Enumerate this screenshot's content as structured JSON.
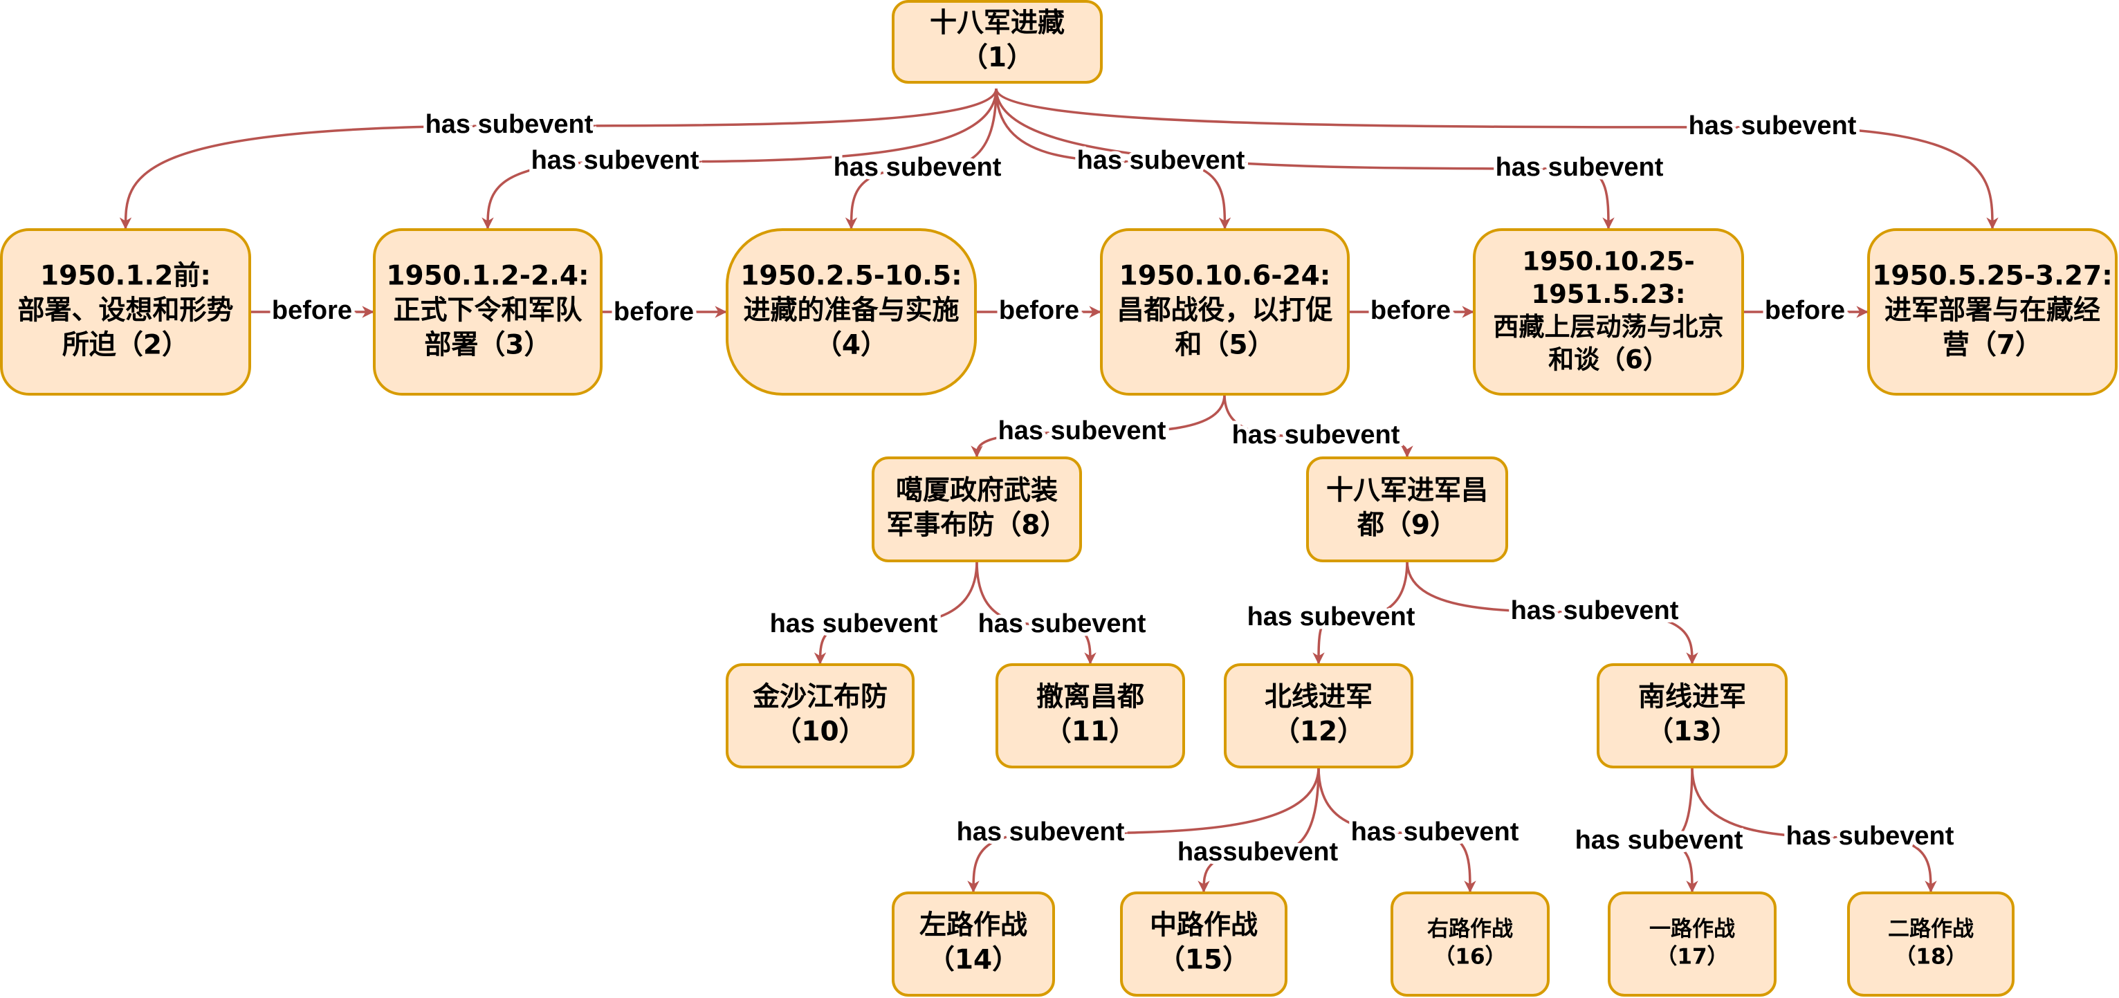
{
  "colors": {
    "node_fill": "#ffe6cc",
    "node_stroke": "#d79b00",
    "edge": "#b85450"
  },
  "nodes": [
    {
      "id": 1,
      "lines": [
        "十八军进藏",
        "（1）"
      ]
    },
    {
      "id": 2,
      "lines": [
        "1950.1.2前:",
        "部署、设想和形势",
        "所迫（2）"
      ]
    },
    {
      "id": 3,
      "lines": [
        "1950.1.2-2.4:",
        "正式下令和军队",
        "部署（3）"
      ]
    },
    {
      "id": 4,
      "lines": [
        "1950.2.5-10.5:",
        "进藏的准备与实施",
        "（4）"
      ]
    },
    {
      "id": 5,
      "lines": [
        "1950.10.6-24:",
        "昌都战役，以打促",
        "和（5）"
      ]
    },
    {
      "id": 6,
      "lines": [
        "1950.10.25-",
        "1951.5.23:",
        "西藏上层动荡与北京",
        "和谈（6）"
      ]
    },
    {
      "id": 7,
      "lines": [
        "1950.5.25-3.27:",
        "进军部署与在藏经",
        "营（7）"
      ]
    },
    {
      "id": 8,
      "lines": [
        "噶厦政府武装",
        "军事布防（8）"
      ]
    },
    {
      "id": 9,
      "lines": [
        "十八军进军昌",
        "都（9）"
      ]
    },
    {
      "id": 10,
      "lines": [
        "金沙江布防",
        "（10）"
      ]
    },
    {
      "id": 11,
      "lines": [
        "撤离昌都",
        "（11）"
      ]
    },
    {
      "id": 12,
      "lines": [
        "北线进军",
        "（12）"
      ]
    },
    {
      "id": 13,
      "lines": [
        "南线进军",
        "（13）"
      ]
    },
    {
      "id": 14,
      "lines": [
        "左路作战",
        "（14）"
      ]
    },
    {
      "id": 15,
      "lines": [
        "中路作战",
        "（15）"
      ]
    },
    {
      "id": 16,
      "lines": [
        "右路作战",
        "（16）"
      ]
    },
    {
      "id": 17,
      "lines": [
        "一路作战",
        "（17）"
      ]
    },
    {
      "id": 18,
      "lines": [
        "二路作战",
        "（18）"
      ]
    }
  ],
  "edges": [
    {
      "from": 1,
      "to": 2,
      "label": "has subevent"
    },
    {
      "from": 1,
      "to": 3,
      "label": "has subevent"
    },
    {
      "from": 1,
      "to": 4,
      "label": "has subevent"
    },
    {
      "from": 1,
      "to": 5,
      "label": "has subevent"
    },
    {
      "from": 1,
      "to": 6,
      "label": "has subevent"
    },
    {
      "from": 1,
      "to": 7,
      "label": "has subevent"
    },
    {
      "from": 2,
      "to": 3,
      "label": "before"
    },
    {
      "from": 3,
      "to": 4,
      "label": "before"
    },
    {
      "from": 4,
      "to": 5,
      "label": "before"
    },
    {
      "from": 5,
      "to": 6,
      "label": "before"
    },
    {
      "from": 6,
      "to": 7,
      "label": "before"
    },
    {
      "from": 5,
      "to": 8,
      "label": "has subevent"
    },
    {
      "from": 5,
      "to": 9,
      "label": "has subevent"
    },
    {
      "from": 8,
      "to": 10,
      "label": "has subevent"
    },
    {
      "from": 8,
      "to": 11,
      "label": "has subevent"
    },
    {
      "from": 9,
      "to": 12,
      "label": "has subevent"
    },
    {
      "from": 9,
      "to": 13,
      "label": "has subevent"
    },
    {
      "from": 12,
      "to": 14,
      "label": "has subevent"
    },
    {
      "from": 12,
      "to": 15,
      "label": "hassubevent"
    },
    {
      "from": 12,
      "to": 16,
      "label": "has subevent"
    },
    {
      "from": 13,
      "to": 17,
      "label": "has subevent"
    },
    {
      "from": 13,
      "to": 18,
      "label": "has subevent"
    }
  ]
}
